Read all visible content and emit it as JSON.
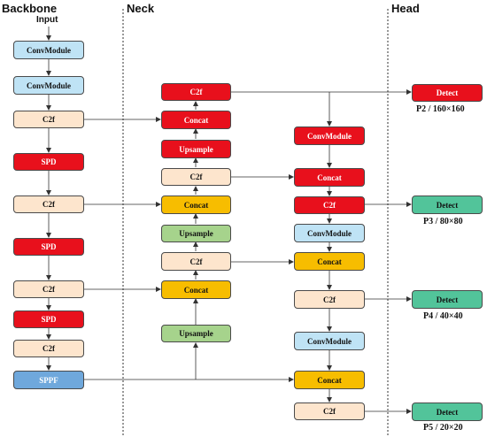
{
  "sections": {
    "backbone": "Backbone",
    "neck": "Neck",
    "head": "Head"
  },
  "input_label": "Input",
  "colors": {
    "convmodule": "#bfe3f5",
    "c2f": "#fde5cd",
    "spd": "#e8101c",
    "sppf": "#6fa8dc",
    "concat": "#f7bd00",
    "upsample": "#a6d38c",
    "detect": "#52c49a",
    "detect_p2": "#e8101c"
  },
  "backbone": {
    "b1": "ConvModule",
    "b2": "ConvModule",
    "b3": "C2f",
    "b4": "SPD",
    "b5": "C2f",
    "b6": "SPD",
    "b7": "C2f",
    "b8": "SPD",
    "b9": "C2f",
    "b10": "SPPF"
  },
  "neck": {
    "n1": "C2f",
    "n2": "Concat",
    "n3": "Upsample",
    "n4": "C2f",
    "n5": "Concat",
    "n6": "Upsample",
    "n7": "C2f",
    "n8": "Concat",
    "n9": "Upsample"
  },
  "head": {
    "h1": "ConvModule",
    "h2": "Concat",
    "h3": "C2f",
    "h4": "ConvModule",
    "h5": "Concat",
    "h6": "C2f",
    "h7": "ConvModule",
    "h8": "Concat",
    "h9": "C2f"
  },
  "detect": {
    "d1": "Detect",
    "d2": "Detect",
    "d3": "Detect",
    "d4": "Detect"
  },
  "scales": {
    "p2": "P2 / 160×160",
    "p3": "P3 / 80×80",
    "p4": "P4 / 40×40",
    "p5": "P5 / 20×20"
  }
}
